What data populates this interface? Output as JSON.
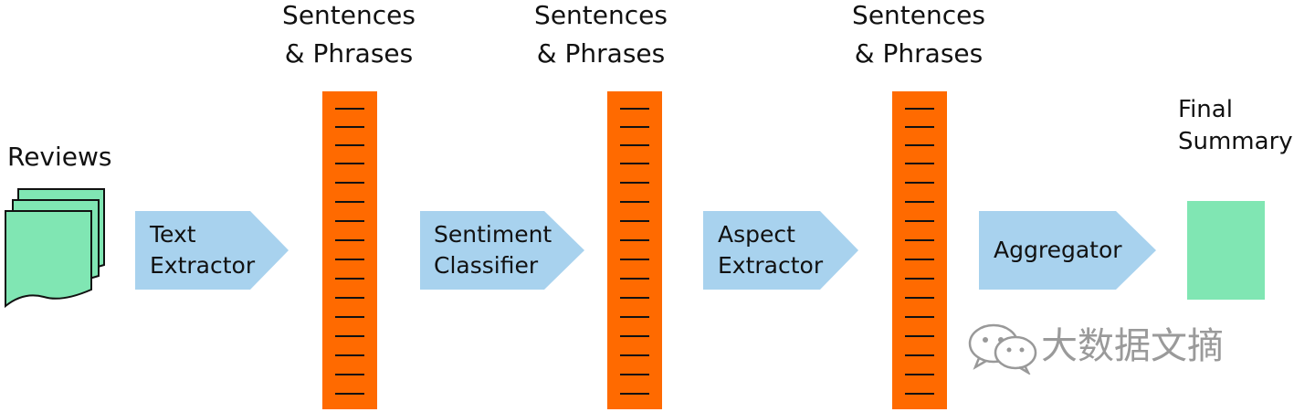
{
  "inputs": {
    "reviews_label": "Reviews"
  },
  "buffers": [
    {
      "label_line1": "Sentences",
      "label_line2": "& Phrases"
    },
    {
      "label_line1": "Sentences",
      "label_line2": "& Phrases"
    },
    {
      "label_line1": "Sentences",
      "label_line2": "& Phrases"
    }
  ],
  "stages": [
    {
      "line1": "Text",
      "line2": "Extractor"
    },
    {
      "line1": "Sentiment",
      "line2": "Classifier"
    },
    {
      "line1": "Aspect",
      "line2": "Extractor"
    },
    {
      "line1": "Aggregator"
    }
  ],
  "output": {
    "label_line1": "Final",
    "label_line2": "Summary"
  },
  "watermark": {
    "text": "大数据文摘"
  },
  "colors": {
    "arrow": "#a8d2ee",
    "buffer": "#ff6a00",
    "document": "#80e6b3",
    "summary": "#80e6b3"
  }
}
